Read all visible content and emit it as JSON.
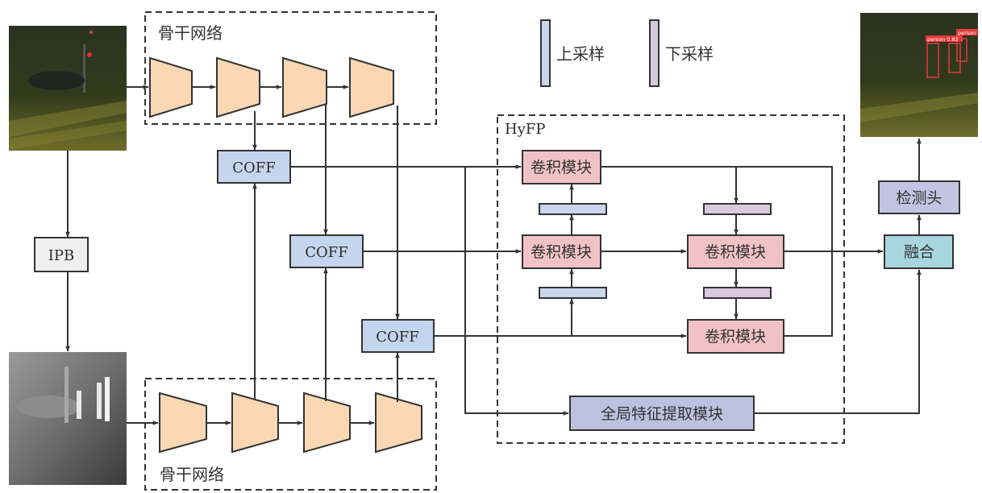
{
  "title": "Dual-stream RGB/IR detection network with COFF fusion and HyFP",
  "legend": {
    "upsample": {
      "label": "上采样",
      "color": "#c9d6ee"
    },
    "downsample": {
      "label": "下采样",
      "color": "#d8c9dc"
    }
  },
  "backbone_top": {
    "label": "骨干网络"
  },
  "backbone_bottom": {
    "label": "骨干网络"
  },
  "ipb": {
    "label": "IPB"
  },
  "coff": [
    {
      "label": "COFF"
    },
    {
      "label": "COFF"
    },
    {
      "label": "COFF"
    }
  ],
  "hyfp": {
    "label": "HyFP",
    "conv_blocks": [
      {
        "label": "卷积模块"
      },
      {
        "label": "卷积模块"
      },
      {
        "label": "卷积模块"
      },
      {
        "label": "卷积模块"
      }
    ],
    "global_module": {
      "label": "全局特征提取模块"
    }
  },
  "fusion": {
    "label": "融合"
  },
  "detect_head": {
    "label": "检测头"
  },
  "detections": [
    {
      "label": "person"
    },
    {
      "label": "person 0.82"
    }
  ],
  "colors": {
    "encoder": "#fbd7b4",
    "coff": "#c6d5ee",
    "conv": "#f1c2c4",
    "global": "#bcc1e0",
    "fusion": "#a8d6df",
    "head": "#c3c4e2",
    "ipb": "#efefef",
    "line": "#333333"
  }
}
